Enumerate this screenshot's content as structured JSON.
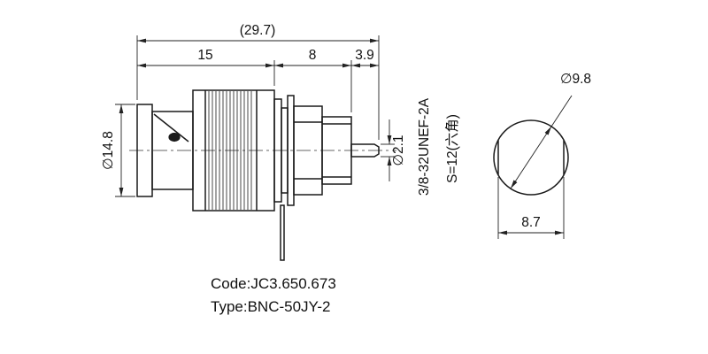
{
  "annotations": {
    "code": "Code:JC3.650.673",
    "type": "Type:BNC-50JY-2"
  },
  "dimensions": {
    "overall_length": "(29.7)",
    "front_length": "15",
    "mid_length": "8",
    "pin_length": "3.9",
    "front_diameter": "∅14.8",
    "pin_diameter": "∅2.1",
    "thread_spec": "3/8-32UNEF-2A",
    "hex_across_flats": "S=12(六角)",
    "rear_circle_diameter": "∅9.8",
    "rear_across_flats": "8.7"
  }
}
